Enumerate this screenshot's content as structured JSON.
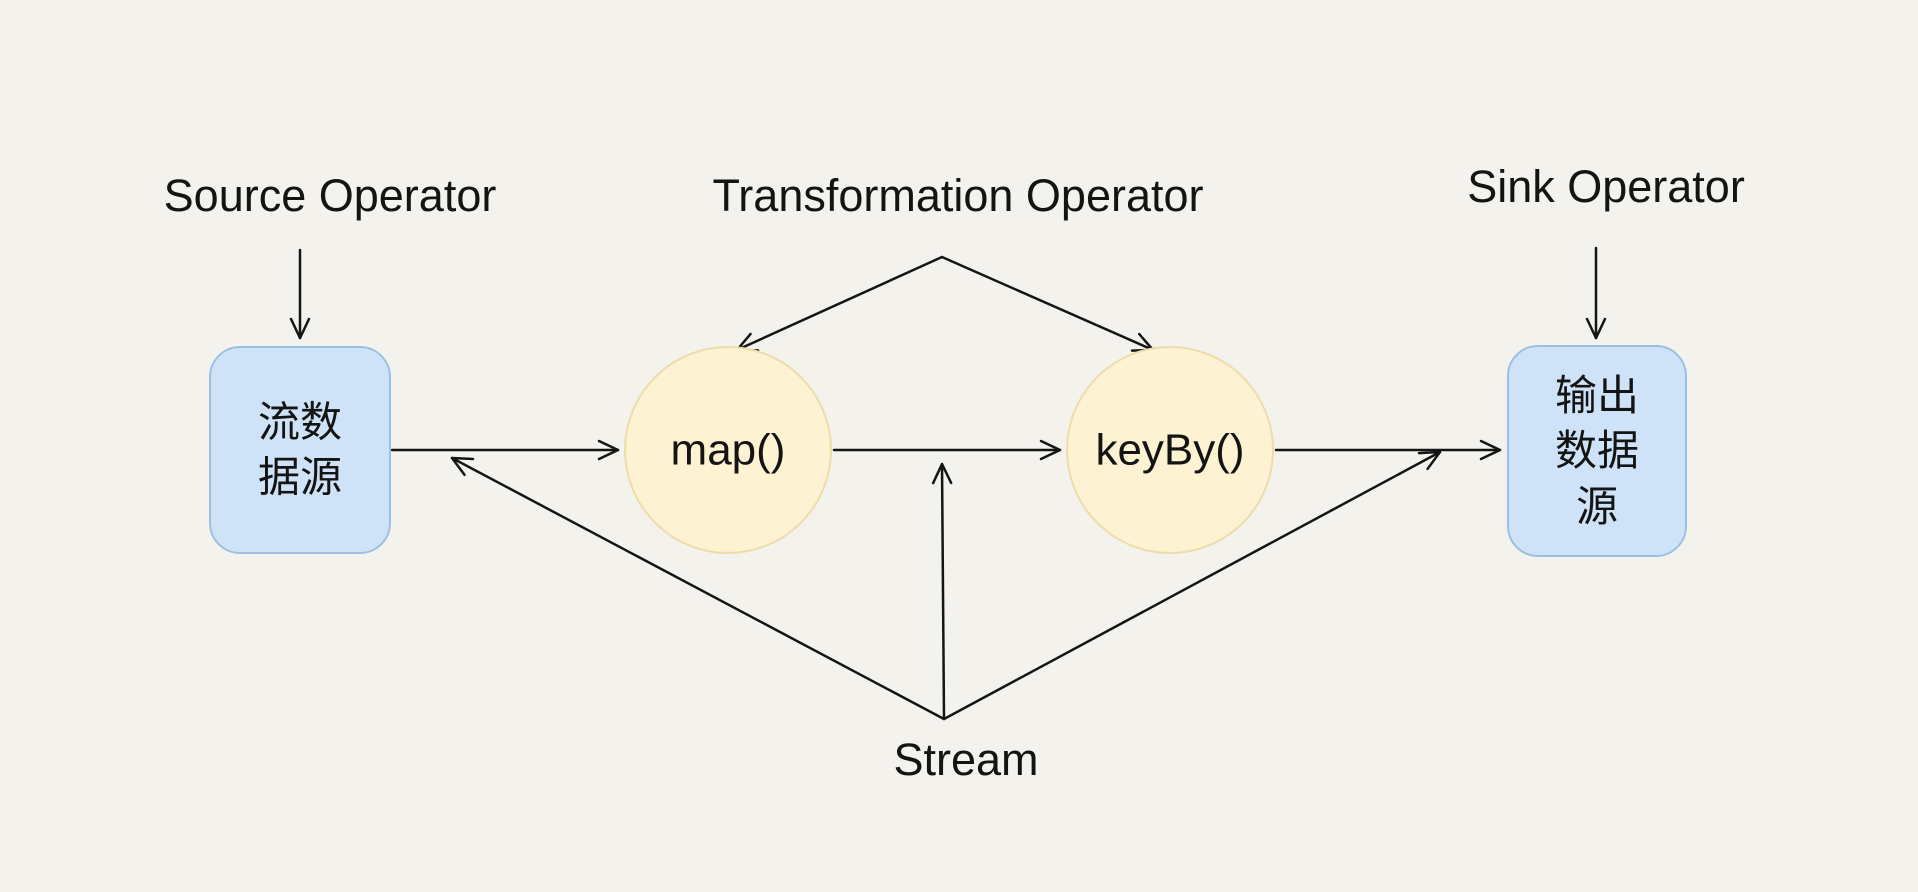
{
  "diagram": {
    "annotations": {
      "source_operator": "Source Operator",
      "transformation_operator": "Transformation Operator",
      "sink_operator": "Sink Operator",
      "stream": "Stream"
    },
    "nodes": {
      "source_label": "流数\n据源",
      "map_label": "map()",
      "keyby_label": "keyBy()",
      "sink_label": "输出\n数据\n源"
    },
    "colors": {
      "background": "#f4f2ed",
      "source_sink_fill": "#cfe3f8",
      "source_sink_border": "#9cc0e4",
      "operator_fill": "#fdf2d1",
      "operator_border": "#ecddab",
      "edge": "#151515"
    }
  }
}
